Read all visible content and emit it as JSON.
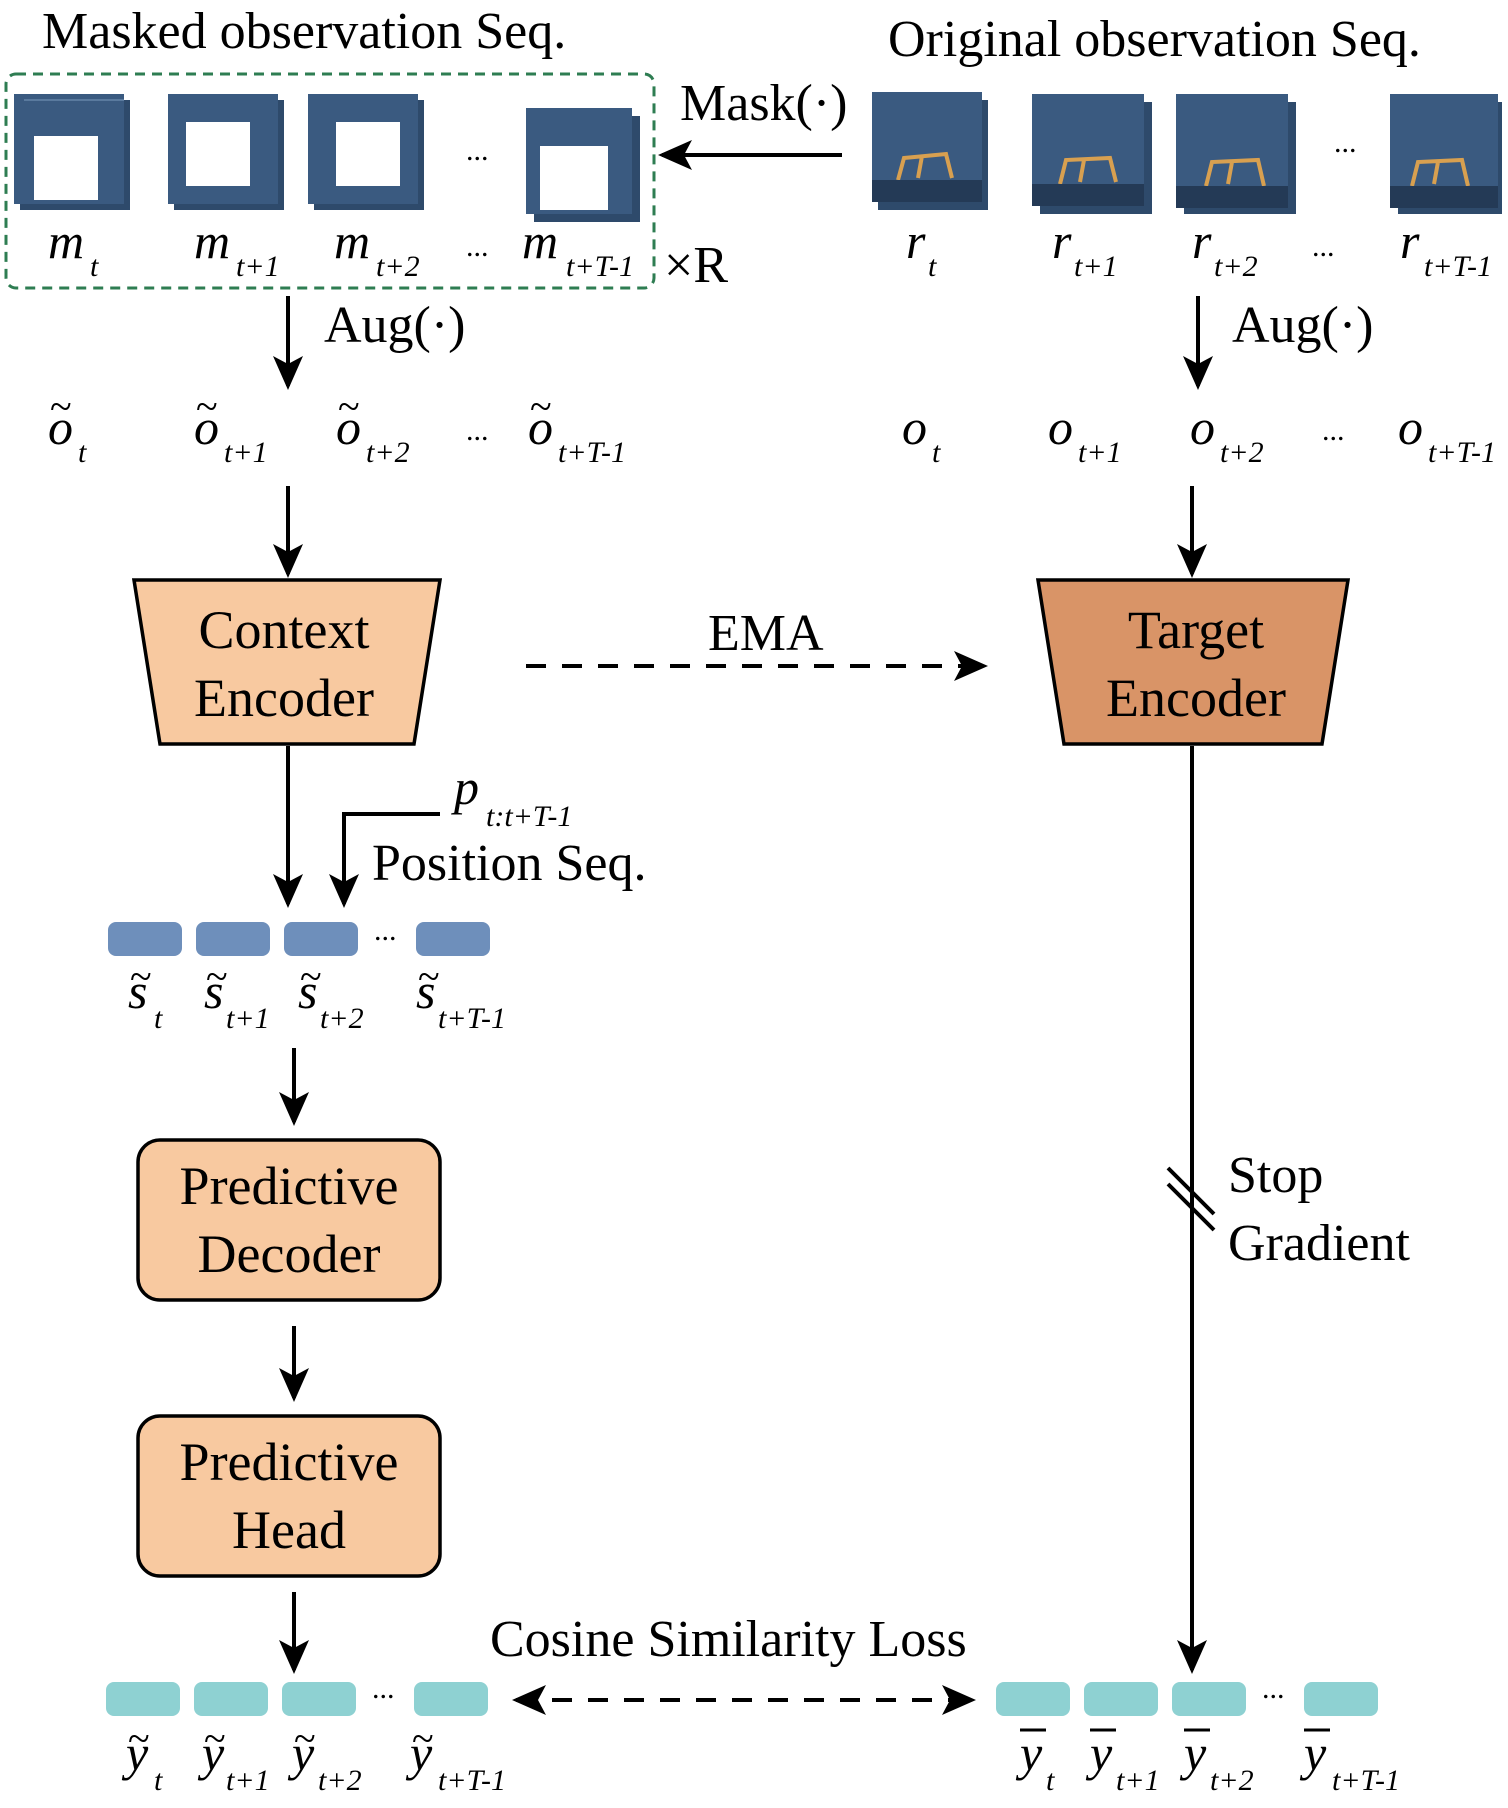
{
  "titles": {
    "masked": "Masked observation Seq.",
    "original": "Original observation Seq."
  },
  "ops": {
    "mask": "Mask(·)",
    "aug_left": "Aug(·)",
    "aug_right": "Aug(·)",
    "repeat": "×R",
    "ema": "EMA",
    "position_seq": "Position Seq.",
    "position_var": "p",
    "position_sub": "t:t+T-1",
    "stop_gradient_1": "Stop",
    "stop_gradient_2": "Gradient",
    "loss": "Cosine Similarity Loss"
  },
  "blocks": {
    "context_encoder": [
      "Context",
      "Encoder"
    ],
    "target_encoder": [
      "Target",
      "Encoder"
    ],
    "predictive_decoder": [
      "Predictive",
      "Decoder"
    ],
    "predictive_head": [
      "Predictive",
      "Head"
    ]
  },
  "ellipsis": "...",
  "subscripts": [
    "t",
    "t+1",
    "t+2",
    "t+T-1"
  ],
  "vars": {
    "m": "m",
    "r": "r",
    "o": "o",
    "s": "s",
    "y": "y",
    "tilde": "~",
    "bar": "‾"
  },
  "colors": {
    "context_encoder": "#f8c9a0",
    "target_encoder": "#d99467",
    "predictive_blocks": "#f8c9a0",
    "s_tokens": "#6e8fbb",
    "y_tokens": "#8ed1d2",
    "frame_bg": "#2e4a6b",
    "robot": "#d8a050",
    "mask_border": "#2e7d52"
  }
}
